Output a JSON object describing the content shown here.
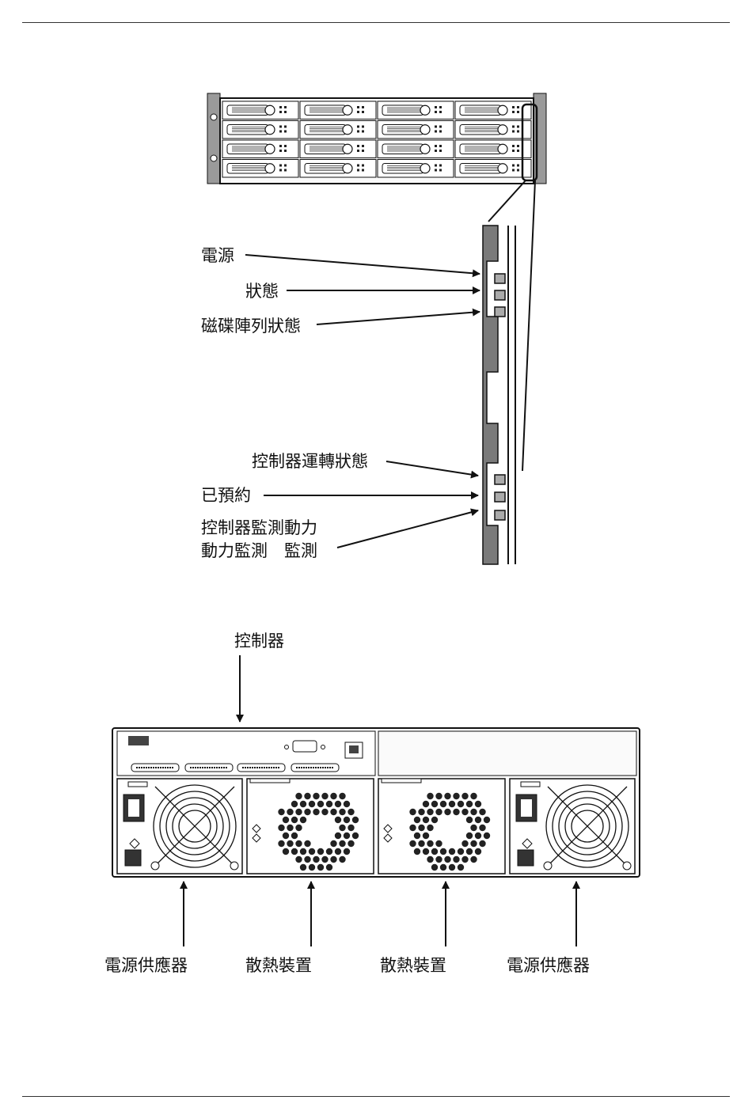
{
  "front_panel": {
    "drive_grid": {
      "rows": 4,
      "columns": 4
    },
    "led_callouts": [
      {
        "label": "電源"
      },
      {
        "label": "狀態"
      },
      {
        "label": "磁碟陣列狀態"
      },
      {
        "label": "控制器運轉狀態"
      },
      {
        "label": "已預約"
      },
      {
        "label": "控制器監測動力"
      },
      {
        "label": "動力監測　監測"
      }
    ]
  },
  "rear_panel": {
    "top_callout": {
      "label": "控制器"
    },
    "bottom_callouts": [
      {
        "label": "電源供應器"
      },
      {
        "label": "散熱裝置"
      },
      {
        "label": "散熱裝置"
      },
      {
        "label": "電源供應器"
      }
    ]
  },
  "colors": {
    "line": "#111111",
    "chassis_fill": "#f2f2f2",
    "led_bar": "#777777"
  }
}
